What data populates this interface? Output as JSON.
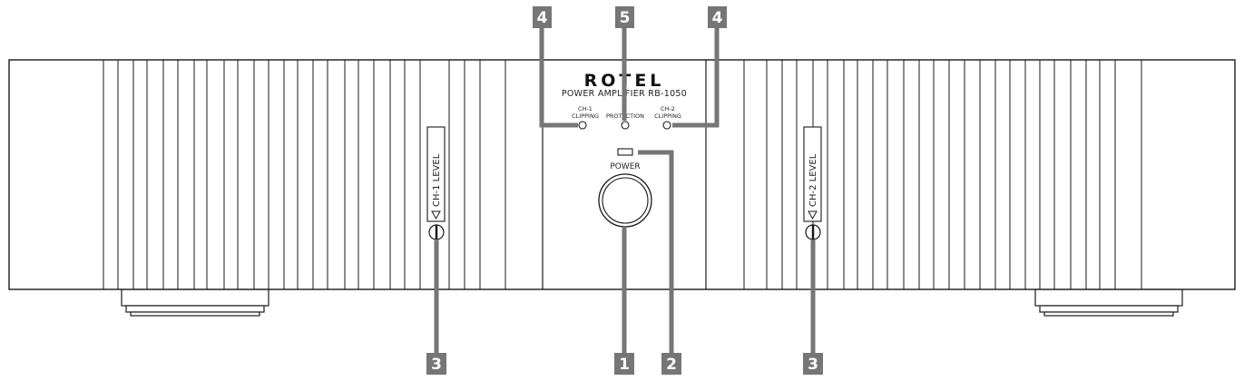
{
  "brand": "ROTEL",
  "model": "POWER AMPLIFIER RB-1050",
  "indicators": {
    "ch1_line1": "CH-1",
    "ch1_line2": "CLIPPING",
    "protection": "PROTECTION",
    "ch2_line1": "CH-2",
    "ch2_line2": "CLIPPING"
  },
  "power_label": "POWER",
  "level_labels": {
    "ch1": "CH-1 LEVEL",
    "ch2": "CH-2 LEVEL"
  },
  "callouts": {
    "top_left": "4",
    "top_center": "5",
    "top_right": "4",
    "bottom_ch1": "3",
    "bottom_power": "1",
    "bottom_led": "2",
    "bottom_ch2": "3"
  },
  "colors": {
    "callout": "#767676",
    "outline": "#1a1a1a"
  },
  "icons": {
    "level_arrow": "triangle-down-icon",
    "level_knob": "screw-knob-icon"
  }
}
